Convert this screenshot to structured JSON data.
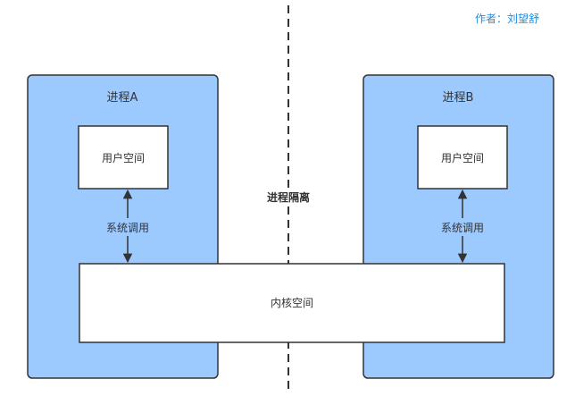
{
  "author": "作者：刘望舒",
  "divider_label": "进程隔离",
  "processes": [
    {
      "name": "进程A",
      "user_space": "用户空间",
      "syscall": "系统调用"
    },
    {
      "name": "进程B",
      "user_space": "用户空间",
      "syscall": "系统调用"
    }
  ],
  "kernel_space": "内核空间",
  "colors": {
    "process_fill": "#9ccaff",
    "box_fill": "#ffffff",
    "stroke": "#333333",
    "author_text": "#1e8fe1"
  }
}
